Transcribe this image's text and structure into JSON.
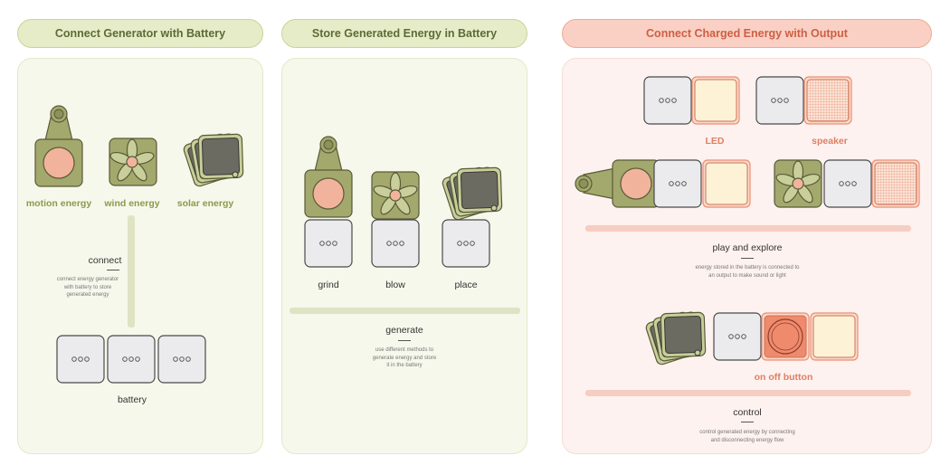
{
  "columns": [
    {
      "title": "Connect Generator with Battery",
      "generators": [
        "motion energy",
        "wind energy",
        "solar energy"
      ],
      "section_heading": "connect",
      "section_desc": "connect energy generator\nwith battery to store\ngenerated energy",
      "battery_label": "battery"
    },
    {
      "title": "Store Generated Energy in Battery",
      "actions": [
        "grind",
        "blow",
        "place"
      ],
      "section_heading": "generate",
      "section_desc": "use different methods to\ngenerate energy and store\nit in the battery"
    },
    {
      "title": "Connect Charged Energy with Output",
      "outputs": [
        "LED",
        "speaker"
      ],
      "explore_heading": "play and explore",
      "explore_desc": "energy stored in the battery is connected to\nan output to make sound or light",
      "button_label": "on off button",
      "control_heading": "control",
      "control_desc": "control generated energy by connecting\nand disconnecting energy flow"
    }
  ],
  "colors": {
    "olive_dark": "#a3a86c",
    "olive_light": "#c8cf9a",
    "olive_stroke": "#5a5a38",
    "solar_panel": "#6b6b62",
    "battery_fill": "#ebebee",
    "led_fill": "#fdf1d6",
    "output_border": "#eb8f75",
    "button_fill": "#f08a6c",
    "skin": "#f2b39c"
  }
}
